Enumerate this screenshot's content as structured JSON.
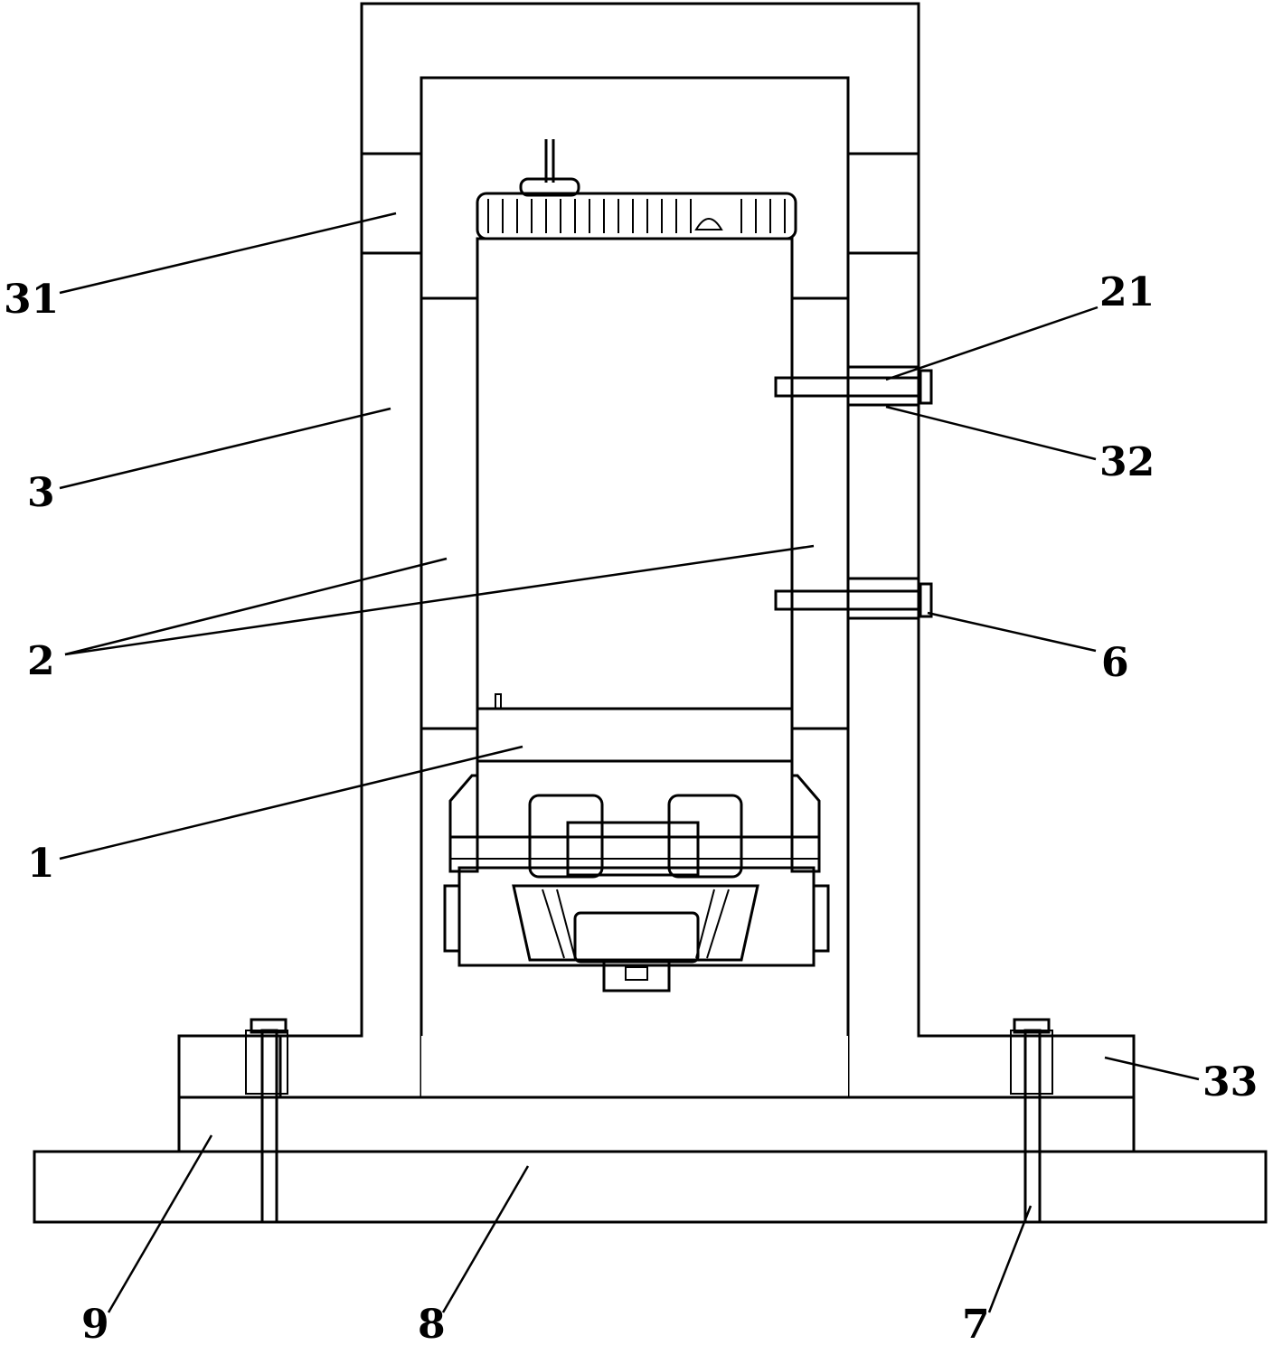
{
  "figure": {
    "colors": {
      "line": "#000000",
      "background": "#ffffff"
    },
    "labels": {
      "l31": "31",
      "l21": "21",
      "l3": "3",
      "l32": "32",
      "l2": "2",
      "l6": "6",
      "l1": "1",
      "l33": "33",
      "l9": "9",
      "l8": "8",
      "l7": "7"
    }
  }
}
